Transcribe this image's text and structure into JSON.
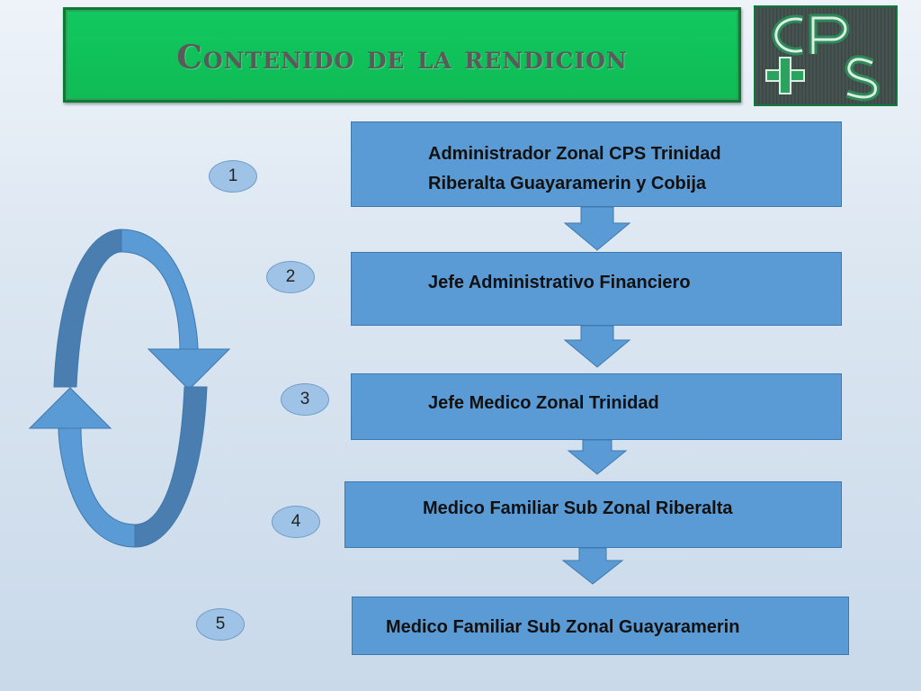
{
  "title": "Contenido de la rendicion",
  "logo": {
    "text": "CPS"
  },
  "steps": [
    {
      "number": "1",
      "line1": "Administrador Zonal CPS Trinidad",
      "line2": "Riberalta Guayaramerin  y Cobija"
    },
    {
      "number": "2",
      "line1": "Jefe Administrativo Financiero"
    },
    {
      "number": "3",
      "line1": "Jefe Medico Zonal Trinidad"
    },
    {
      "number": "4",
      "line1": "Medico Familiar Sub Zonal Riberalta"
    },
    {
      "number": "5",
      "line1": "Medico Familiar Sub Zonal Guayaramerin"
    }
  ],
  "colors": {
    "box": "#5b9bd5",
    "banner": "#12c860",
    "badge": "#9ec3e6"
  }
}
